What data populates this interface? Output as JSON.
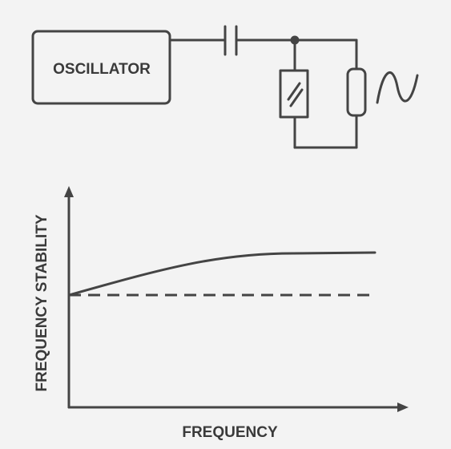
{
  "circuit": {
    "oscillator_label": "OSCILLATOR"
  },
  "graph": {
    "y_axis_label": "FREQUENCY STABILITY",
    "x_axis_label": "FREQUENCY"
  },
  "colors": {
    "background": "#f3f3f3",
    "stroke": "#444444",
    "text": "#3a3a3a"
  }
}
